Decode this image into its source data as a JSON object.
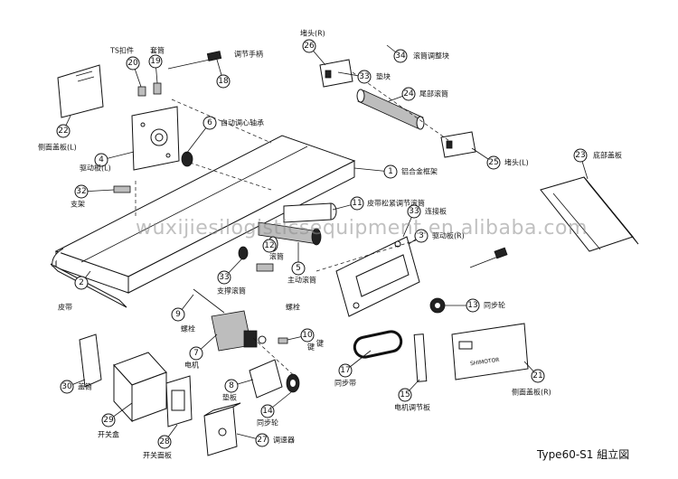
{
  "diagram": {
    "title": "Type60-S1 組立図",
    "watermark": "wuxijiesilogisticsequipment.en.alibaba.com",
    "parts": [
      {
        "num": "1",
        "label": "铝合金框架"
      },
      {
        "num": "2",
        "label": "皮带"
      },
      {
        "num": "3",
        "label": "驱动板(R)"
      },
      {
        "num": "4",
        "label": "驱动板(L)"
      },
      {
        "num": "5",
        "label": "主动滚筒"
      },
      {
        "num": "6",
        "label": "自动调心轴承"
      },
      {
        "num": "7",
        "label": "电机"
      },
      {
        "num": "8",
        "label": "垫板"
      },
      {
        "num": "9",
        "label": "螺栓"
      },
      {
        "num": "10",
        "label": "键"
      },
      {
        "num": "11",
        "label": "皮带松紧调节滚筒"
      },
      {
        "num": "12",
        "label": "滚筒"
      },
      {
        "num": "13",
        "label": "同步轮"
      },
      {
        "num": "14",
        "label": "同步轮"
      },
      {
        "num": "15",
        "label": "电机调节板"
      },
      {
        "num": "17",
        "label": "同步带"
      },
      {
        "num": "18",
        "label": "调节手柄"
      },
      {
        "num": "19",
        "label": "套筒"
      },
      {
        "num": "20",
        "label": "TS扣件"
      },
      {
        "num": "21",
        "label": "侧面盖板(R)"
      },
      {
        "num": "22",
        "label": "侧面盖板(L)"
      },
      {
        "num": "23",
        "label": "底部盖板"
      },
      {
        "num": "24",
        "label": "尾部滚筒"
      },
      {
        "num": "25",
        "label": "堵头(L)"
      },
      {
        "num": "26",
        "label": "堵头(R)"
      },
      {
        "num": "27",
        "label": "调速器"
      },
      {
        "num": "28",
        "label": "开关面板"
      },
      {
        "num": "29",
        "label": "开关盒"
      },
      {
        "num": "30",
        "label": "盖筒"
      },
      {
        "num": "32",
        "label": "支架"
      },
      {
        "num": "33",
        "label": "支撑滚筒"
      },
      {
        "num": "33",
        "label": "垫块"
      },
      {
        "num": "33",
        "label": "连接板"
      },
      {
        "num": "34",
        "label": "滚筒调整块"
      }
    ],
    "extra_labels": {
      "bolt_label": "螺栓",
      "key_label": "键",
      "motor_label": "SHIMOTOR"
    }
  }
}
